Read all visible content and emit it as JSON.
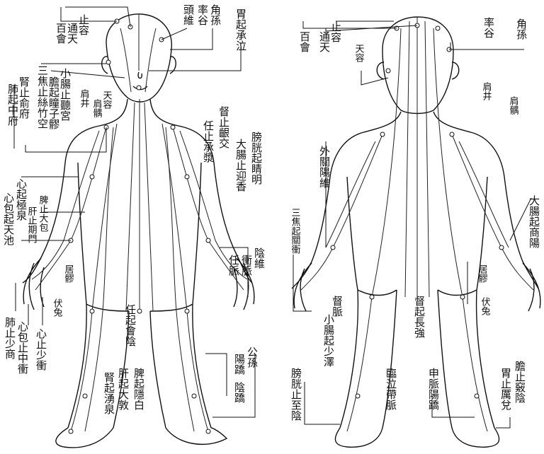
{
  "front_labels": [
    {
      "id": "f-zhiyong",
      "text": "止容"
    },
    {
      "id": "f-tongtian",
      "text": "通天"
    },
    {
      "id": "f-baihui",
      "text": "百會"
    },
    {
      "id": "f-touwei",
      "text": "頭維"
    },
    {
      "id": "f-shuaigu",
      "text": "率谷"
    },
    {
      "id": "f-jiaosun",
      "text": "角孫"
    },
    {
      "id": "f-weiqi",
      "text": "胃起承泣"
    },
    {
      "id": "f-sanjiao",
      "text": "三焦止絲竹空"
    },
    {
      "id": "f-xiaochang",
      "text": "小腸止聽宮"
    },
    {
      "id": "f-danqi",
      "text": "膽起瞳子髎"
    },
    {
      "id": "f-shenzhi",
      "text": "腎止俞府"
    },
    {
      "id": "f-feiqi",
      "text": "肺起中府"
    },
    {
      "id": "f-jianjing",
      "text": "肩井"
    },
    {
      "id": "f-tianrong",
      "text": "天容"
    },
    {
      "id": "f-jianyu",
      "text": "肩髃"
    },
    {
      "id": "f-renzhi",
      "text": "任止承漿"
    },
    {
      "id": "f-duzhi",
      "text": "督止齦交"
    },
    {
      "id": "f-pangguang",
      "text": "膀胱起睛明"
    },
    {
      "id": "f-dachang",
      "text": "大腸止迎香"
    },
    {
      "id": "f-xinqi",
      "text": "心起極泉"
    },
    {
      "id": "f-xinbao",
      "text": "心包起天池"
    },
    {
      "id": "f-pizhi",
      "text": "脾止大包"
    },
    {
      "id": "f-ganzhi",
      "text": "肝止期門"
    },
    {
      "id": "f-juliao",
      "text": "居髎"
    },
    {
      "id": "f-futu",
      "text": "伏兔"
    },
    {
      "id": "f-yinwei",
      "text": "陰維"
    },
    {
      "id": "f-chongmai",
      "text": "衝脈"
    },
    {
      "id": "f-renmai",
      "text": "任脈"
    },
    {
      "id": "f-feizhi",
      "text": "肺止少商"
    },
    {
      "id": "f-xinbaozhi",
      "text": "心包止中衝"
    },
    {
      "id": "f-xinzhi",
      "text": "心止少衝"
    },
    {
      "id": "f-renqi",
      "text": "任起會陰"
    },
    {
      "id": "f-piqi",
      "text": "脾起隱白"
    },
    {
      "id": "f-ganqi",
      "text": "肝起大敦"
    },
    {
      "id": "f-shenqi",
      "text": "腎起湧泉"
    },
    {
      "id": "f-gongsun",
      "text": "公孫"
    },
    {
      "id": "f-yangqiao",
      "text": "陽蹻"
    },
    {
      "id": "f-yinqiao",
      "text": "陰蹻"
    }
  ],
  "back_labels": [
    {
      "id": "b-zhiyong",
      "text": "止容"
    },
    {
      "id": "b-tongtian",
      "text": "通天"
    },
    {
      "id": "b-baihui",
      "text": "百會"
    },
    {
      "id": "b-tianrong",
      "text": "天容"
    },
    {
      "id": "b-shuaigu",
      "text": "率谷"
    },
    {
      "id": "b-jiaosun",
      "text": "角孫"
    },
    {
      "id": "b-jianjing",
      "text": "肩井"
    },
    {
      "id": "b-jianyu",
      "text": "肩髃"
    },
    {
      "id": "b-waiguan",
      "text": "外關陽維"
    },
    {
      "id": "b-sanjiao",
      "text": "三焦起關衝"
    },
    {
      "id": "b-dachang",
      "text": "大腸起商陽"
    },
    {
      "id": "b-juliao",
      "text": "居髎"
    },
    {
      "id": "b-futu",
      "text": "伏兔"
    },
    {
      "id": "b-dumai",
      "text": "督脈"
    },
    {
      "id": "b-duqi",
      "text": "督起長強"
    },
    {
      "id": "b-xiaochang",
      "text": "小腸起少澤"
    },
    {
      "id": "b-linqi",
      "text": "臨泣帶脈"
    },
    {
      "id": "b-shenmai",
      "text": "申脈陽蹻"
    },
    {
      "id": "b-pangguang",
      "text": "膀胱止至陰"
    },
    {
      "id": "b-danzhi",
      "text": "膽止竅陰"
    },
    {
      "id": "b-weizhi",
      "text": "胃止厲兌"
    }
  ]
}
